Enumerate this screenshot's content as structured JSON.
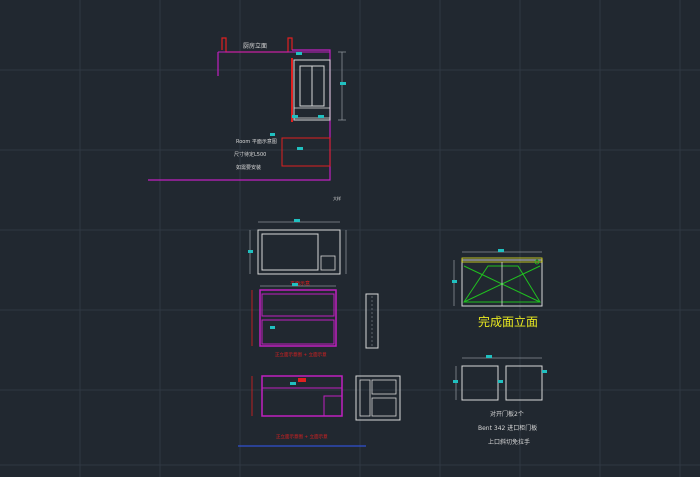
{
  "colors": {
    "background": "#212830",
    "grid": "#2f3842",
    "magenta": "#c020c0",
    "red": "#e02020",
    "white": "#d8d8d8",
    "green": "#20c020",
    "cyan": "#20c0c0",
    "yellow": "#e8e820",
    "gray": "#8a8f96",
    "blue": "#3050d0"
  },
  "labels": {
    "top_room_label": "厨房立面",
    "room_note_line1": "Room 平面示意图",
    "room_note_line2": "尺寸待定L500",
    "room_note_line3": "如需要安装",
    "center_small": "大样",
    "plan_caption": "平面示意",
    "front_caption": "正立面示意图 + 立面示意",
    "bottom_caption": "正立面示意图 + 立面示意",
    "elevation_title": "完成面立面",
    "door_note_line1": "对开门板2个",
    "door_note_line2": "Bent 342 进口柜门板",
    "door_note_line3": "上口斜切免拉手"
  }
}
